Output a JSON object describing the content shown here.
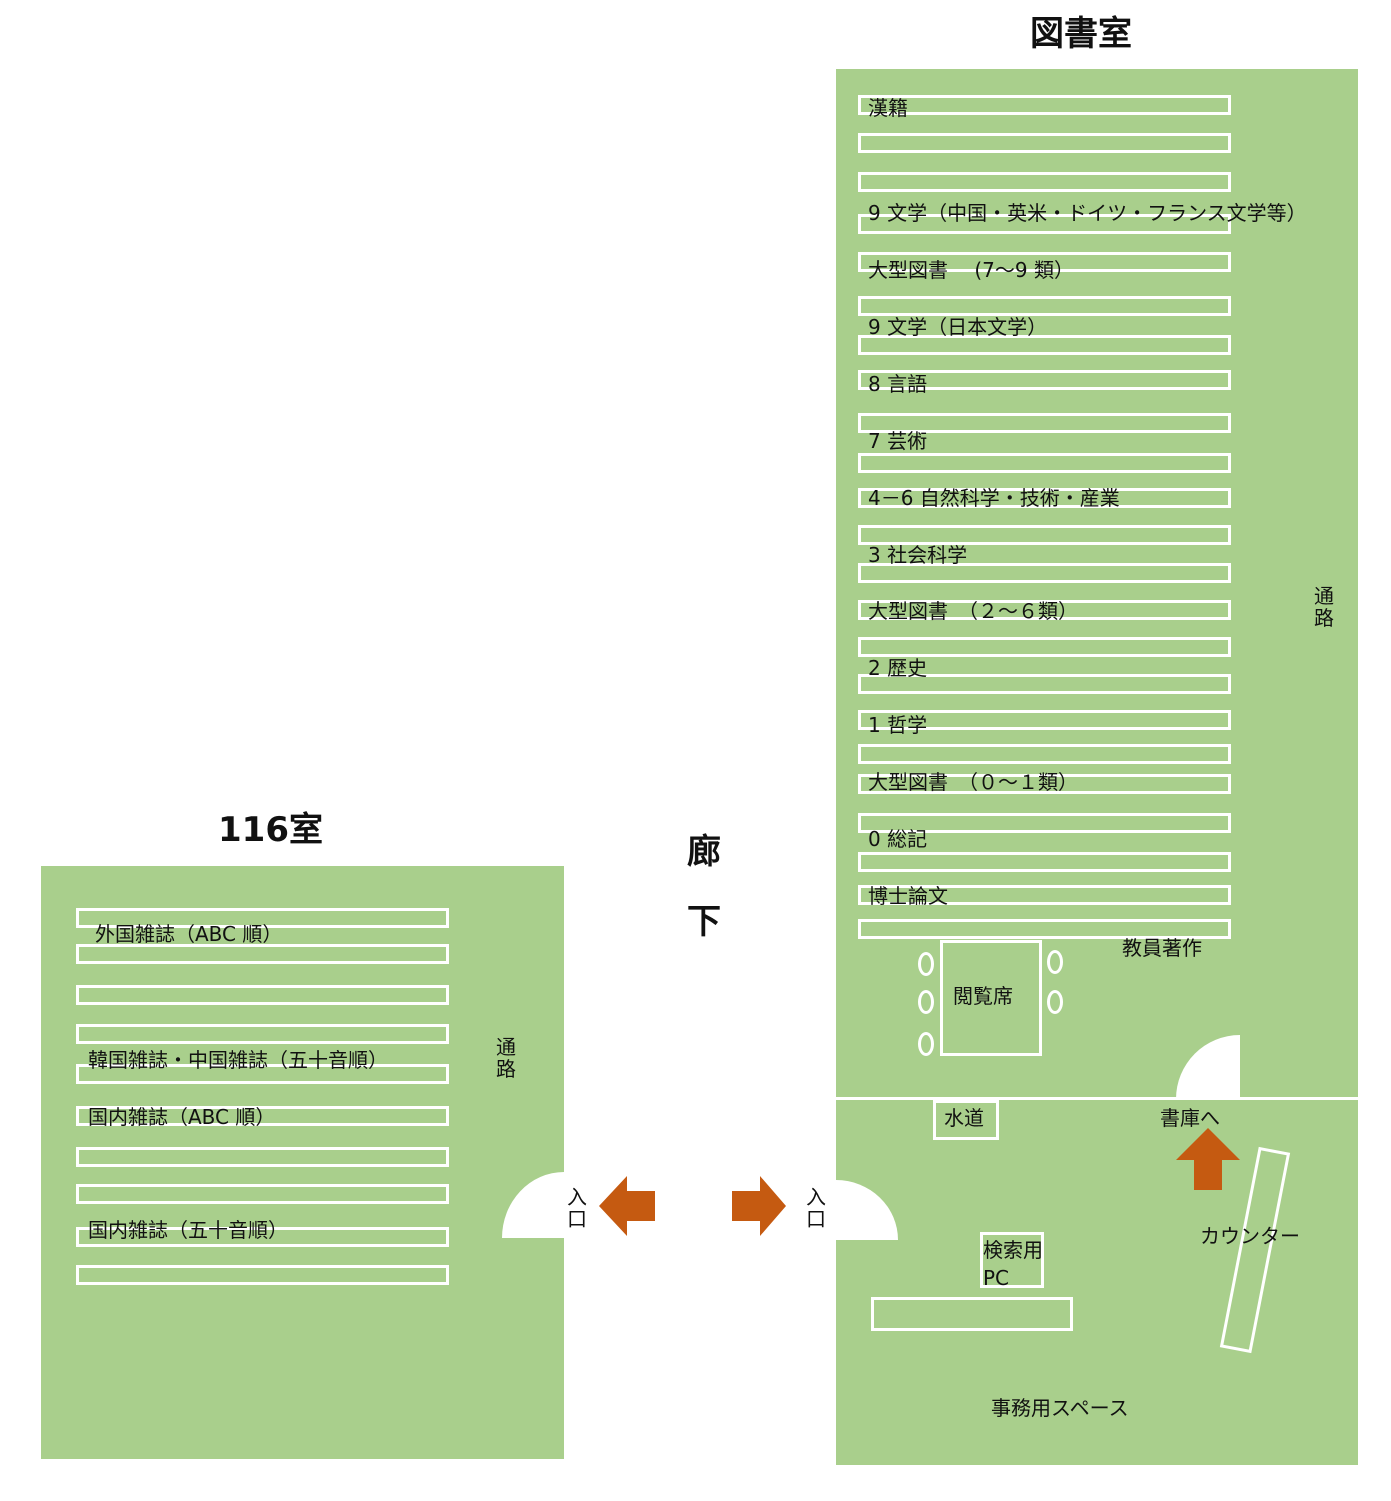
{
  "library": {
    "title": "図書室",
    "shelf_labels": {
      "kanseki": "漢籍",
      "lit_foreign": "9  文学（中国・英米・ドイツ・フランス文学等）",
      "large_7_9": "大型図書　 (7～9 類）",
      "lit_japanese": "9  文学（日本文学）",
      "language": "8  言語",
      "arts": "7  芸術",
      "science": "4－6  自然科学・技術・産業",
      "social": "3  社会科学",
      "large_2_6": "大型図書　（２～６類）",
      "history": "2  歴史",
      "philosophy": "1  哲学",
      "large_0_1": "大型図書　（０～１類）",
      "general": "0  総記",
      "doctoral": "博士論文"
    },
    "faculty_works": "教員著作",
    "reading_seats": "閲覧席",
    "aisle": "通路",
    "entrance": "入口",
    "water": "水道",
    "to_stacks": "書庫へ",
    "counter": "カウンター",
    "search_pc": "検索用PC",
    "office_space": "事務用スペース"
  },
  "room116": {
    "title": "116室",
    "shelf_labels": {
      "foreign_mag": "外国雑誌（ABC 順）",
      "korean_chinese_mag": "韓国雑誌・中国雑誌（五十音順）",
      "domestic_abc": "国内雑誌（ABC 順）",
      "domestic_gojuon": "国内雑誌（五十音順）"
    },
    "aisle": "通路",
    "entrance": "入口"
  },
  "corridor": {
    "label_top": "廊",
    "label_bottom": "下"
  },
  "colors": {
    "room_fill": "#a9cf8c",
    "shelf_outline": "#ffffff",
    "arrow": "#c55a11"
  },
  "icons": {
    "entrance_arrow": "arrow-icon",
    "stack_arrow": "arrow-up-icon"
  }
}
